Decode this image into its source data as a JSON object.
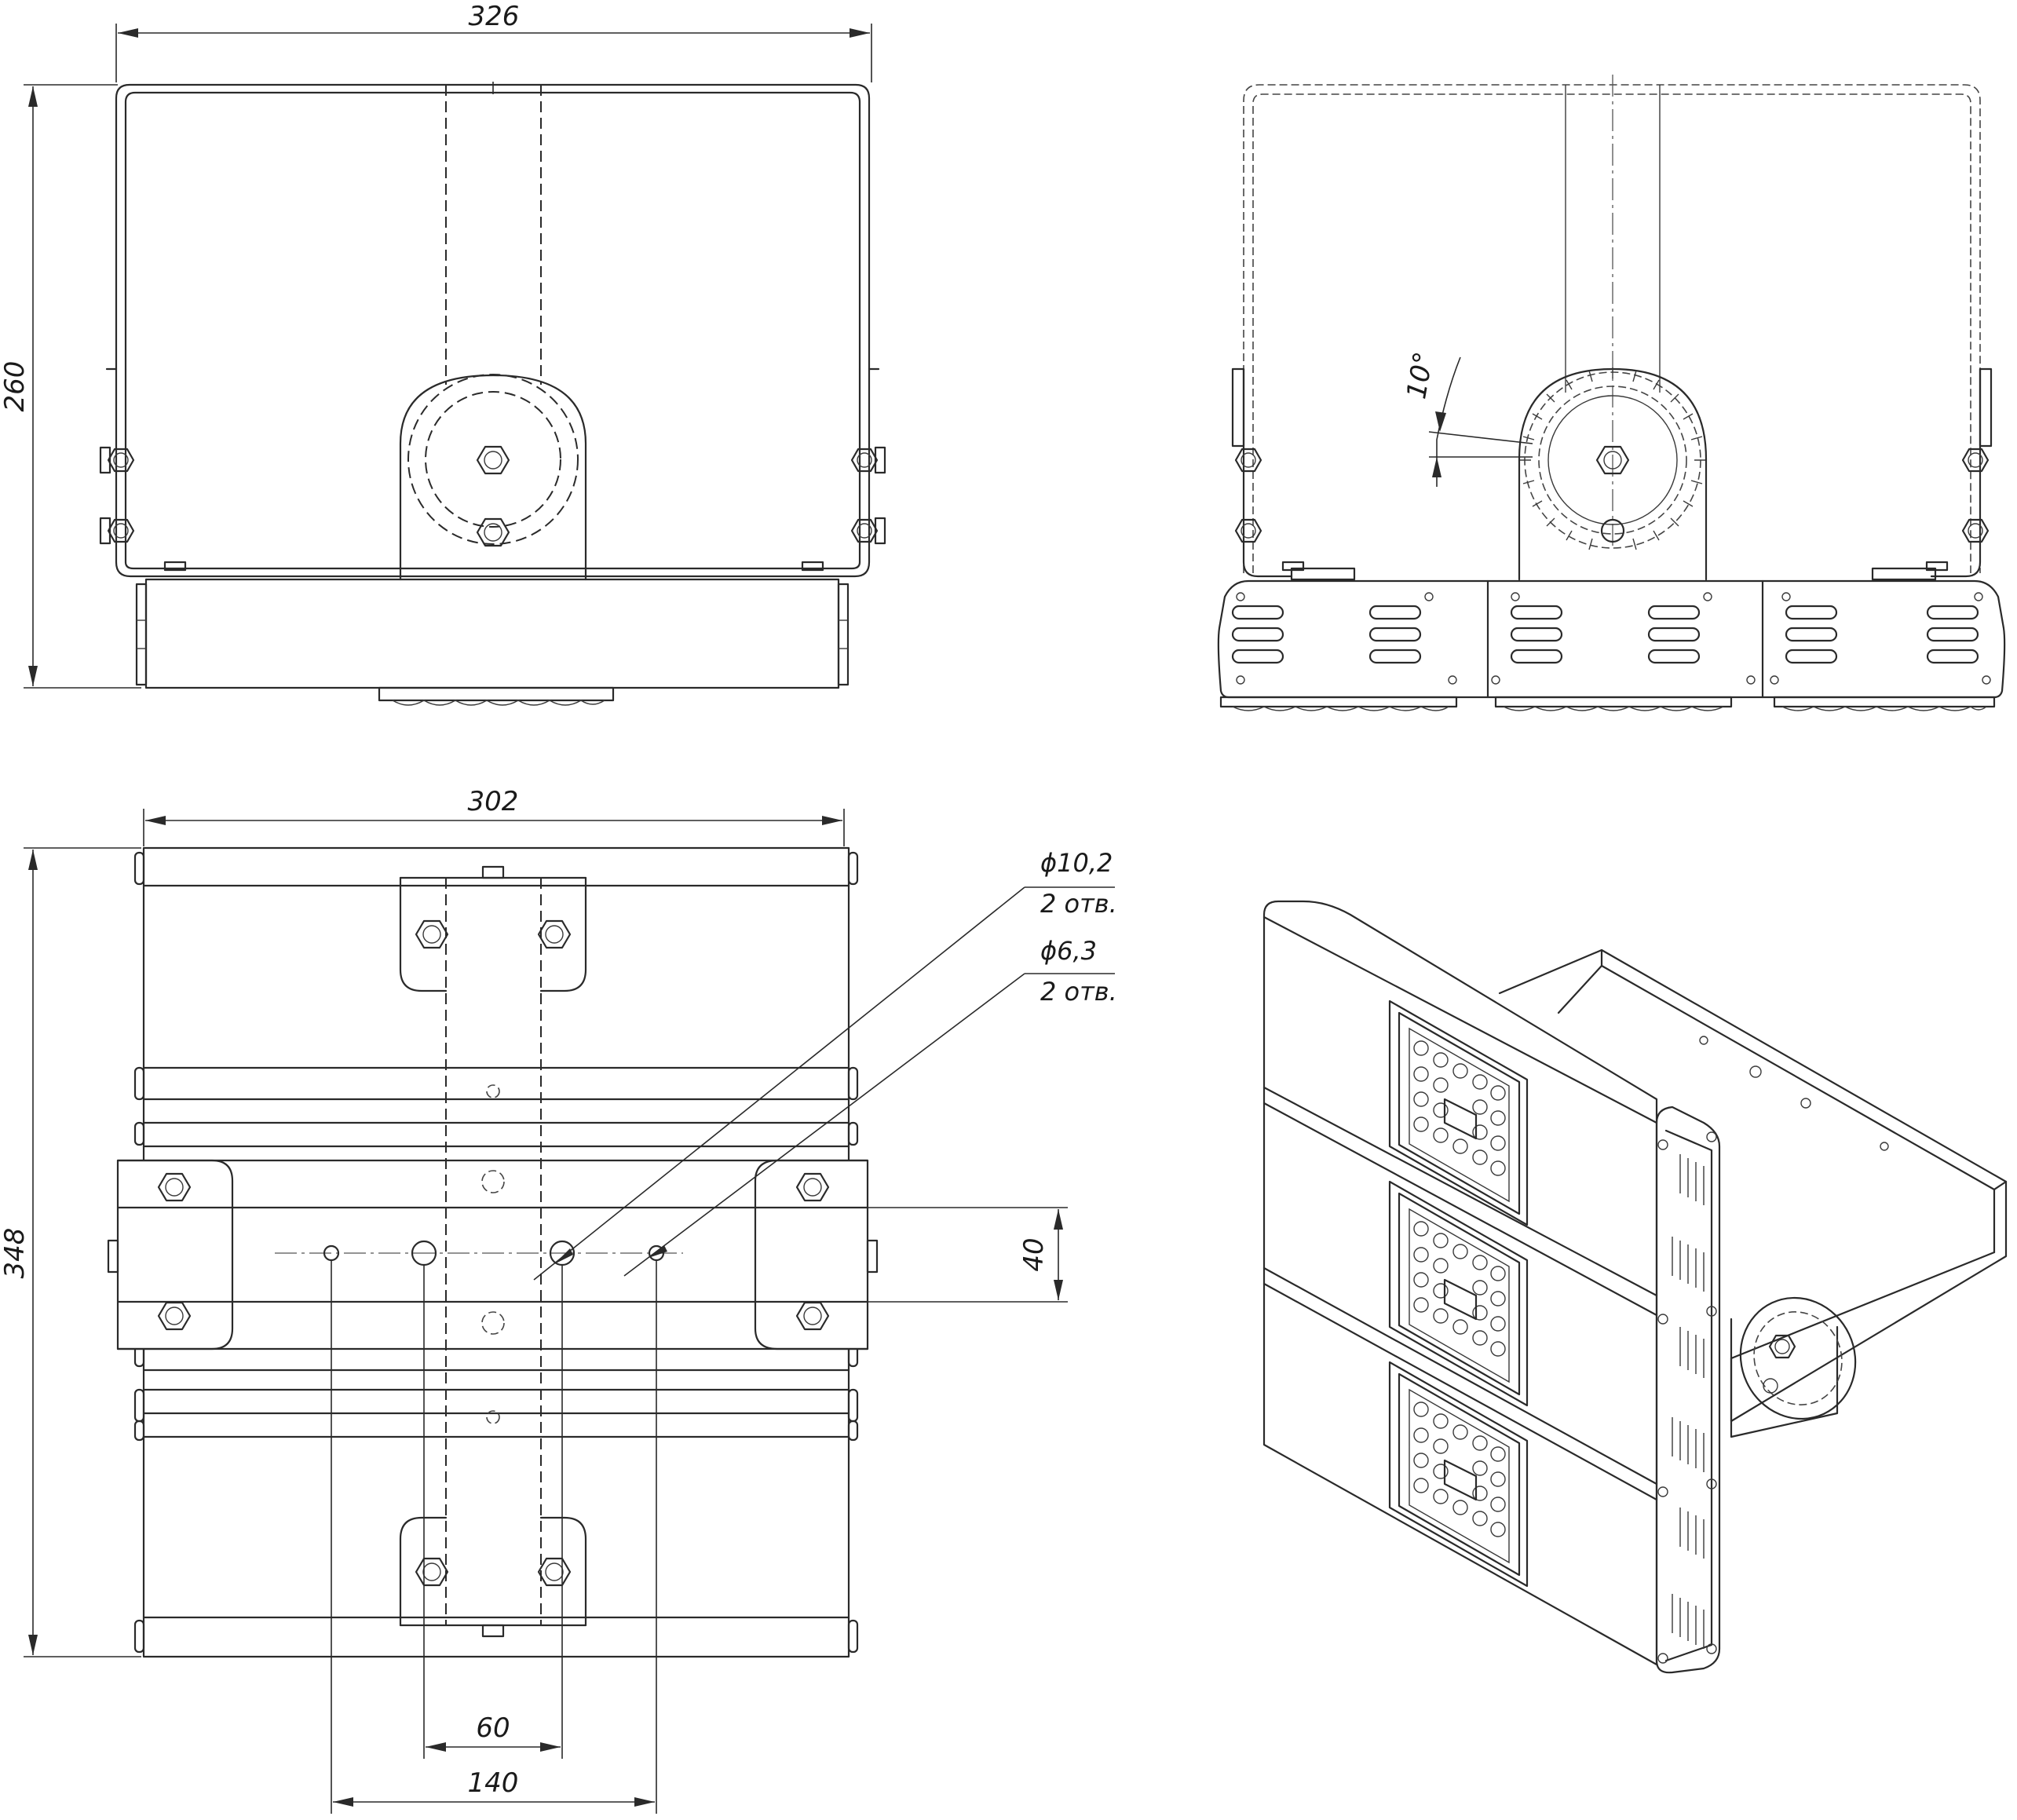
{
  "dimensions": {
    "top_width": "326",
    "top_height": "260",
    "plan_width": "302",
    "plan_height": "348",
    "bracket_gap": "40",
    "hole_spacing_inner": "60",
    "hole_spacing_outer": "140",
    "tilt_angle": "10°"
  },
  "hole_notes": {
    "large_dia": "ϕ10,2",
    "large_qty": "2 отв.",
    "small_dia": "ϕ6,3",
    "small_qty": "2 отв."
  }
}
